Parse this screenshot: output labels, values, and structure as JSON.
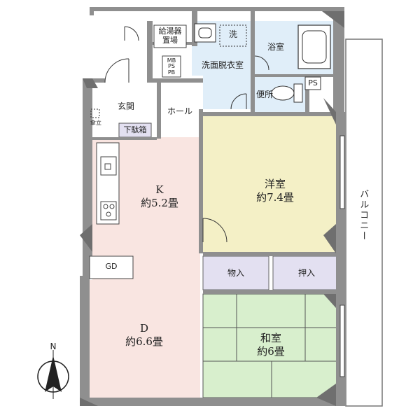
{
  "rooms": {
    "kitchen": {
      "letter": "K",
      "area": "約5.2畳"
    },
    "dining": {
      "letter": "D",
      "area": "約6.6畳"
    },
    "western_room": {
      "name": "洋室",
      "area": "約7.4畳"
    },
    "japanese_room": {
      "name": "和室",
      "area": "約6畳"
    },
    "bathroom": "浴室",
    "washroom": "洗面脱衣室",
    "washer": "洗",
    "toilet": "便所",
    "entrance": "玄関",
    "hall": "ホール",
    "shoe_box": "下駄箱",
    "umbrella_stand": "傘立",
    "water_heater": "給湯器\n置場",
    "mb_ps_pb": "MB\nPS\nPB",
    "ps": "PS",
    "gd": "GD",
    "storage": "物入",
    "closet": "押入",
    "balcony": "バルコニー"
  },
  "compass": {
    "label": "N"
  },
  "colors": {
    "kitchen_dining": "#f9e5e1",
    "western_room": "#f4f0c6",
    "japanese_room": "#d8efcd",
    "wet_area": "#e0eef9",
    "storage": "#e3e0f1",
    "wall": "#8f8f8f"
  }
}
